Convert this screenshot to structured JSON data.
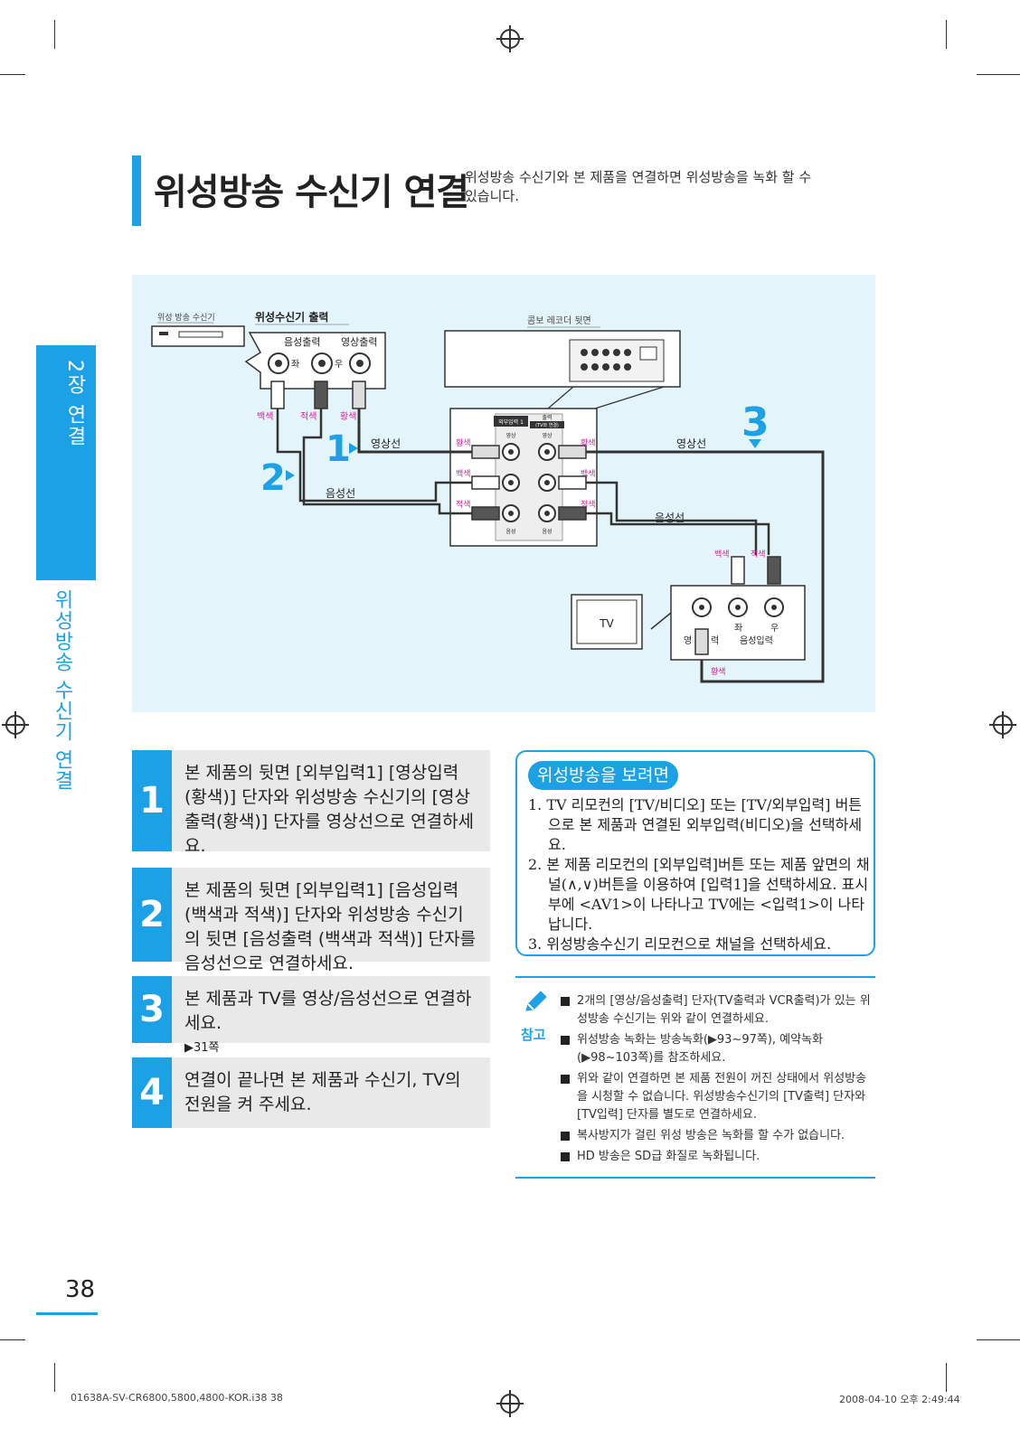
{
  "header": {
    "title": "위성방송 수신기 연결",
    "subtitle": "위성방송 수신기와 본 제품을 연결하면 위성방송을 녹화 할 수 있습니다."
  },
  "side_tab": {
    "chapter": "2장 연결",
    "section": "위성방송 수신기 연결"
  },
  "diagram": {
    "receiver_label": "위성 방송 수신기",
    "receiver_output": "위성수신기 출력",
    "audio_out": "음성출력",
    "video_out": "영상출력",
    "left": "좌",
    "right": "우",
    "white": "백색",
    "red": "적색",
    "yellow": "황색",
    "recorder_back": "콤보 레코더 뒷면",
    "panel_input": "외부입력 1",
    "panel_output": "출력",
    "panel_output_sub": "(TV와 연결)",
    "panel_video": "영상",
    "panel_audio": "음성",
    "video_cable": "영상선",
    "audio_cable": "음성선",
    "num1": "1",
    "num2": "2",
    "num3": "3",
    "tv": "TV",
    "tv_video_in_a": "영",
    "tv_video_in_b": "력",
    "tv_audio_in": "음성입력"
  },
  "steps": [
    {
      "num": "1",
      "text": "본 제품의 뒷면 [외부입력1] [영상입력(황색)] 단자와 위성방송 수신기의 [영상출력(황색)] 단자를 영상선으로 연결하세요.",
      "sub": ""
    },
    {
      "num": "2",
      "text": "본 제품의 뒷면 [외부입력1] [음성입력(백색과 적색)] 단자와 위성방송 수신기의 뒷면 [음성출력 (백색과 적색)] 단자를 음성선으로 연결하세요.",
      "sub": ""
    },
    {
      "num": "3",
      "text": "본 제품과 TV를 영상/음성선으로 연결하세요.",
      "sub": "▶31쪽"
    },
    {
      "num": "4",
      "text": "연결이 끝나면 본 제품과 수신기, TV의 전원을 켜 주세요.",
      "sub": ""
    }
  ],
  "info": {
    "tag": "위성방송을 보려면",
    "items": [
      "1. TV 리모컨의 [TV/비디오] 또는 [TV/외부입력] 버튼으로 본 제품과 연결된 외부입력(비디오)을 선택하세요.",
      "2. 본 제품 리모컨의 [외부입력]버튼 또는 제품 앞면의 채널(∧,∨)버튼을 이용하여 [입력1]을 선택하세요. 표시부에 <AV1>이 나타나고 TV에는 <입력1>이 나타납니다.",
      "3. 위성방송수신기 리모컨으로 채널을 선택하세요."
    ]
  },
  "notes": {
    "label": "참고",
    "items": [
      "2개의 [영상/음성출력] 단자(TV출력과 VCR출력)가 있는 위성방송 수신기는 위와 같이 연결하세요.",
      "위성방송 녹화는 방송녹화(▶93~97쪽), 예약녹화(▶98~103쪽)를 참조하세요.",
      "위와 같이 연결하면 본 제품 전원이 꺼진 상태에서 위성방송을 시청할 수 없습니다. 위성방송수신기의 [TV출력] 단자와 [TV입력] 단자를 별도로 연결하세요.",
      "복사방지가 걸린 위성 방송은 녹화를 할 수가 없습니다.",
      "HD 방송은 SD급 화질로 녹화됩니다."
    ]
  },
  "footer": {
    "page": "38",
    "left": "01638A-SV-CR6800,5800,4800-KOR.i38   38",
    "right": "2008-04-10   오후 2:49:44"
  },
  "colors": {
    "accent": "#1da1e6",
    "diagram_bg": "#e3f4fb",
    "step_bg": "#e9e9e9"
  }
}
